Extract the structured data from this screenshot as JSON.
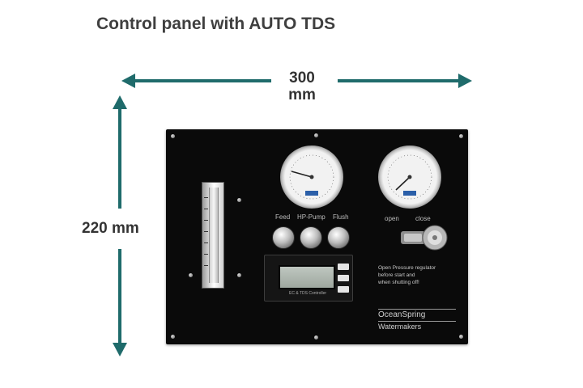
{
  "title": "Control panel with AUTO TDS",
  "dimensions": {
    "width_value": "300",
    "width_unit": "mm",
    "height_label": "220 mm"
  },
  "colors": {
    "arrow": "#1f6b6b",
    "panel": "#0a0a0a",
    "title_text": "#3f3f3f"
  },
  "panel": {
    "knob_labels": [
      "Feed",
      "HP-Pump",
      "Flush"
    ],
    "valve_labels": {
      "open": "open",
      "close": "close"
    },
    "notice_lines": [
      "Open Pressure regulator",
      "before start and",
      "when shutting off!"
    ],
    "controller_caption": "EC & TDS Controller",
    "logo_line1": "OceanSpring",
    "logo_line2": "Watermakers"
  }
}
